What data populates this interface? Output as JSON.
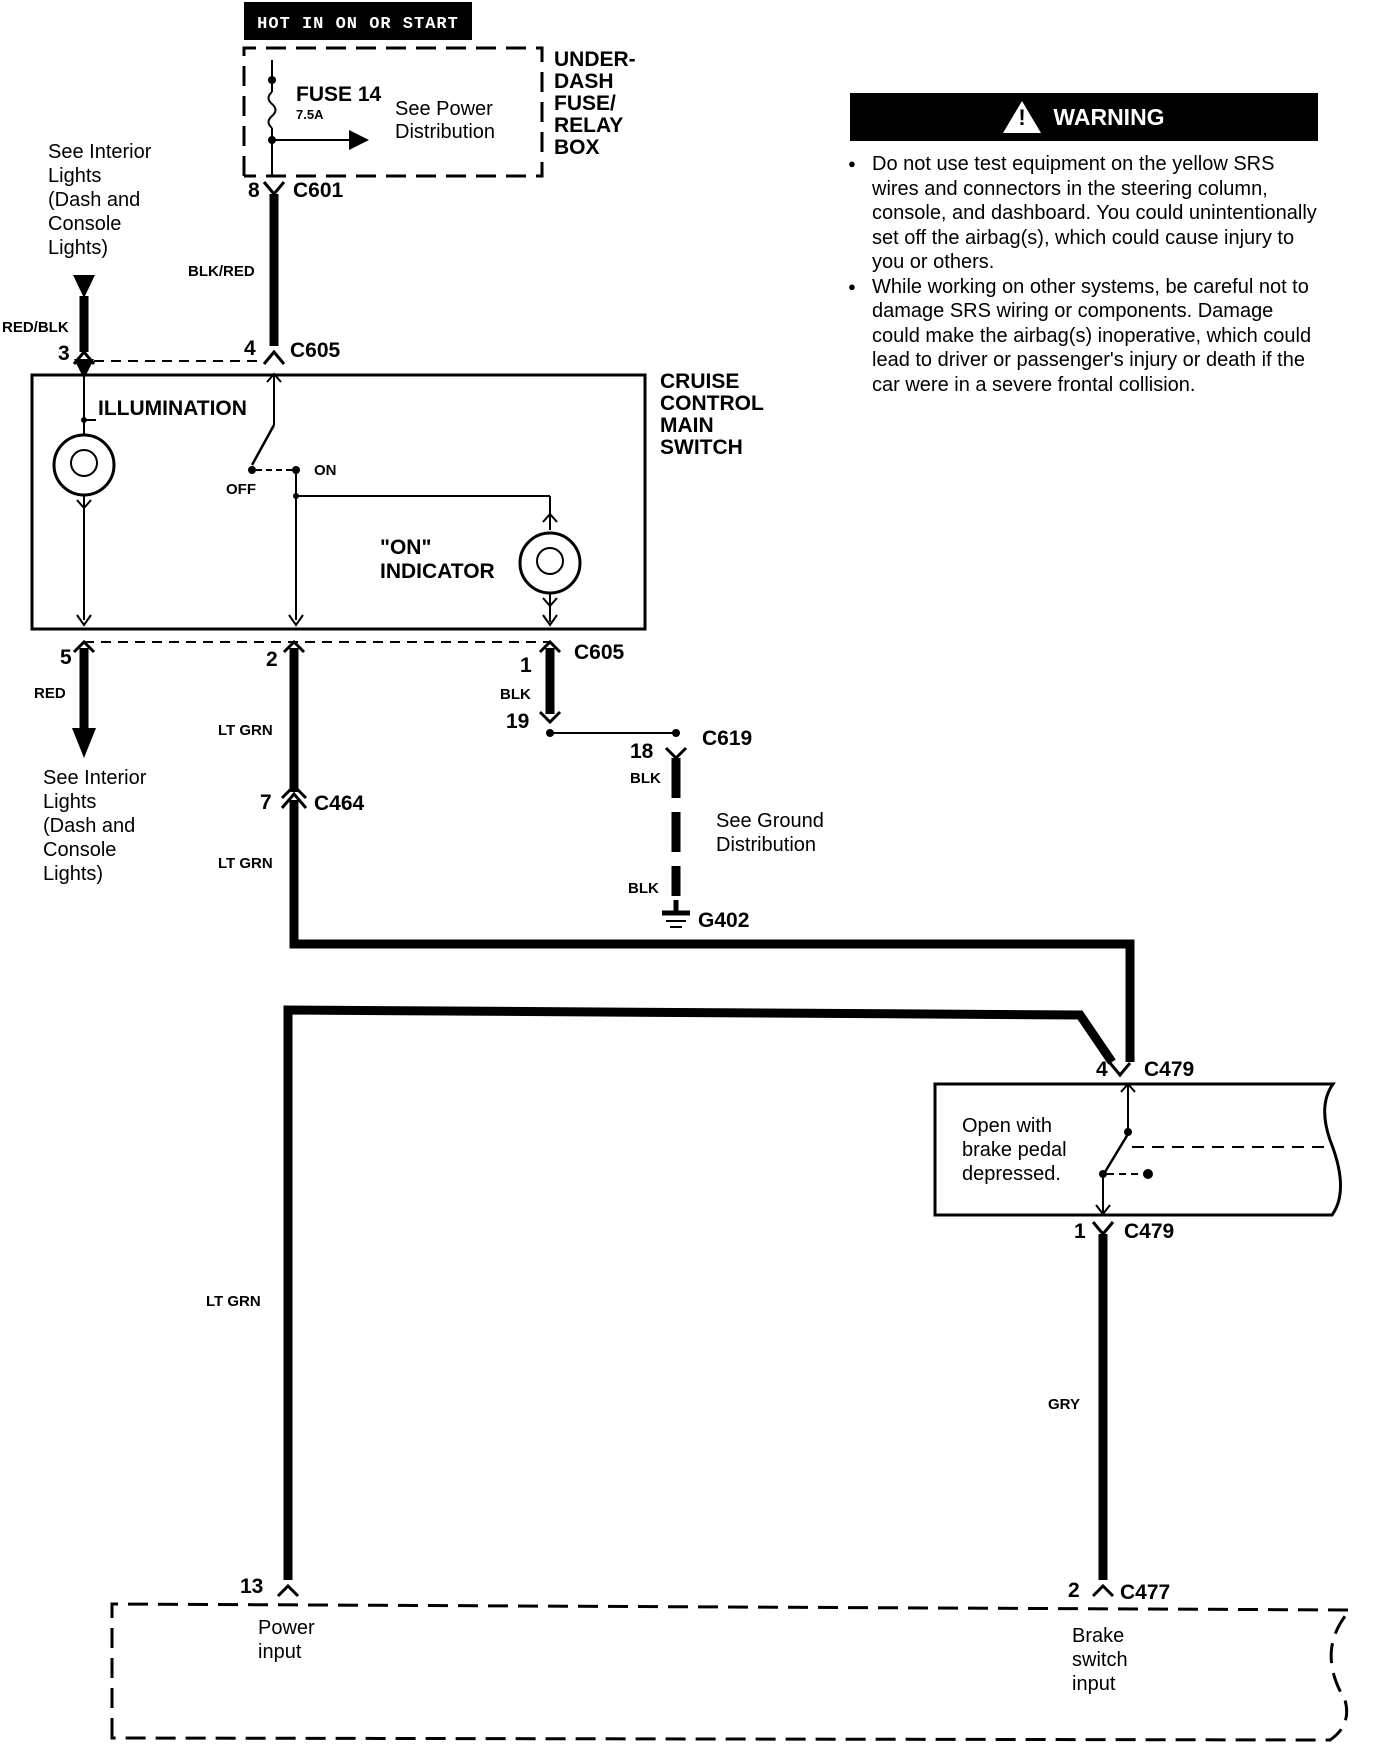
{
  "power": {
    "hot_label": "HOT IN ON OR START",
    "fuse_label": "FUSE 14",
    "fuse_rating": "7.5A",
    "see_power_line1": "See  Power",
    "see_power_line2": "Distribution",
    "box_label": [
      "UNDER-",
      "DASH",
      "FUSE/",
      "RELAY",
      "BOX"
    ]
  },
  "illum_ref_top": [
    "See Interior",
    "Lights",
    "(Dash and",
    "Console",
    "Lights)"
  ],
  "illum_ref_bottom": [
    "See Interior",
    "Lights",
    "(Dash and",
    "Console",
    "Lights)"
  ],
  "switch": {
    "title": [
      "CRUISE",
      "CONTROL",
      "MAIN",
      "SWITCH"
    ],
    "illumination": "ILLUMINATION",
    "off": "OFF",
    "on": "ON",
    "indicator_line1": "\"ON\"",
    "indicator_line2": "INDICATOR"
  },
  "connectors": {
    "c601": "C601",
    "c601_pin": "8",
    "c605_top": "C605",
    "c605_pin_4": "4",
    "c605_pin_3": "3",
    "c605_bottom": "C605",
    "pin_5": "5",
    "pin_2": "2",
    "pin_1": "1",
    "pin_19": "19",
    "c619": "C619",
    "c619_pin": "18",
    "c464": "C464",
    "c464_pin": "7",
    "g402": "G402",
    "c479_top": "C479",
    "c479_top_pin": "4",
    "c479_bottom": "C479",
    "c479_bottom_pin": "1",
    "c477": "C477",
    "c477_pin": "2",
    "ecu_pin_13": "13"
  },
  "wires": {
    "blk_red": "BLK/RED",
    "red_blk": "RED/BLK",
    "red": "RED",
    "lt_grn_1": "LT GRN",
    "lt_grn_2": "LT GRN",
    "lt_grn_3": "LT GRN",
    "blk_1": "BLK",
    "blk_2": "BLK",
    "blk_3": "BLK",
    "gry": "GRY"
  },
  "ground_ref": [
    "See Ground",
    "Distribution"
  ],
  "brake_switch_note": [
    "Open with",
    "brake pedal",
    "depressed."
  ],
  "ecu": {
    "power_input": [
      "Power",
      "input"
    ],
    "brake_input": [
      "Brake",
      "switch",
      "input"
    ]
  },
  "warning": {
    "title": "WARNING",
    "icon": "warning-triangle-icon",
    "items": [
      "Do not use test equipment on the yellow SRS wires and connectors in the steering column, console, and dashboard. You could unintentionally set off the airbag(s), which could cause injury to you or others.",
      "While working on other systems, be careful not to damage SRS wiring or components. Damage could make the airbag(s) inoperative, which could lead to driver or passenger's injury or death if the car were in a severe frontal collision."
    ]
  }
}
